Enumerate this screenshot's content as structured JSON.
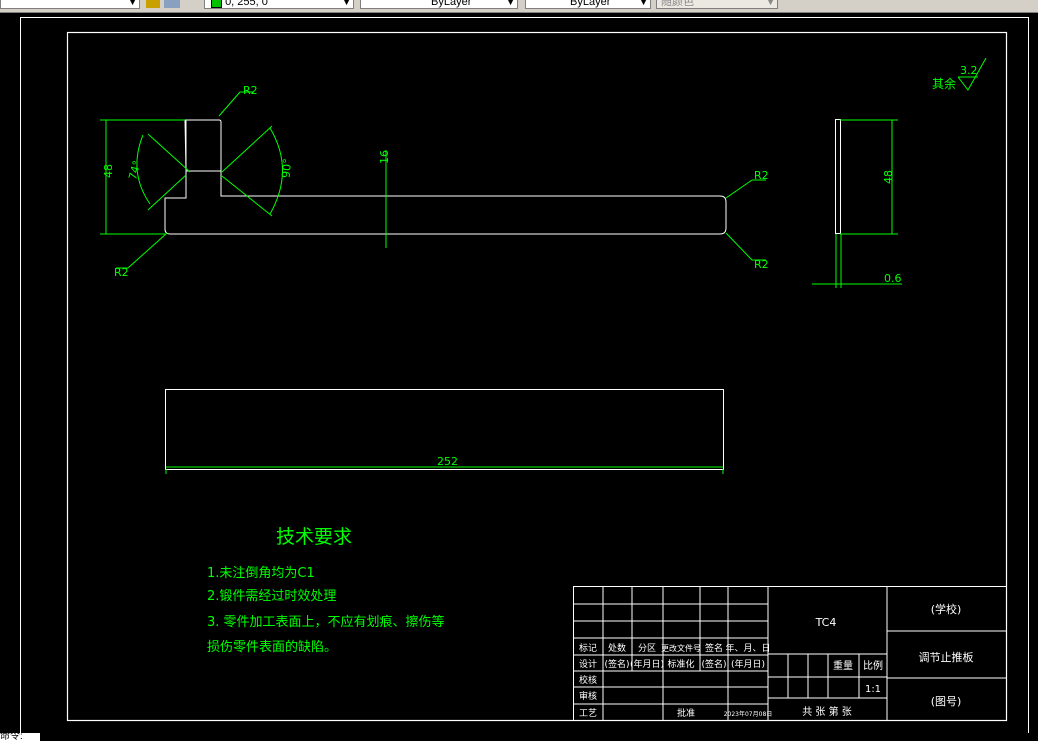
{
  "toolbar": {
    "color_value": "0, 255, 0",
    "color_swatch": "#00c000",
    "linetype": "ByLayer",
    "lineweight": "ByLayer",
    "plotstyle": "随颜色"
  },
  "drawing": {
    "roughness_label": "其余",
    "roughness_value": "3.2",
    "dims": {
      "r2_top": "R2",
      "height_48": "48",
      "angle_74": "74°",
      "angle_90": "90°",
      "width_16": "16",
      "r2_right_top": "R2",
      "r2_right_bottom": "R2",
      "r2_left": "R2",
      "side_height": "48",
      "thickness": "0.6",
      "length": "252"
    },
    "tech_title": "技术要求",
    "tech_notes": [
      "1.未注倒角均为C1",
      "2.锻件需经过时效处理",
      "3.  零件加工表面上，不应有划痕、擦伤等",
      "损伤零件表面的缺陷。"
    ]
  },
  "title_block": {
    "material": "TC4",
    "school": "(学校)",
    "part_name": "调节止推板",
    "drawing_no": "(图号)",
    "weight_label": "重量",
    "scale_label": "比例",
    "scale_value": "1:1",
    "sheets": "共  张  第  张",
    "rev_headers": [
      "标记",
      "处数",
      "分区",
      "更改文件号",
      "签名",
      "年、月、日"
    ],
    "design_row": [
      "设计",
      "(签名)",
      "(年月日)",
      "标准化",
      "(签名)",
      "(年月日)"
    ],
    "row_labels": [
      "校核",
      "审核",
      "工艺"
    ],
    "approve": "批准",
    "approve_date": "2023年07月08日"
  },
  "status": {
    "text": "命令:"
  }
}
